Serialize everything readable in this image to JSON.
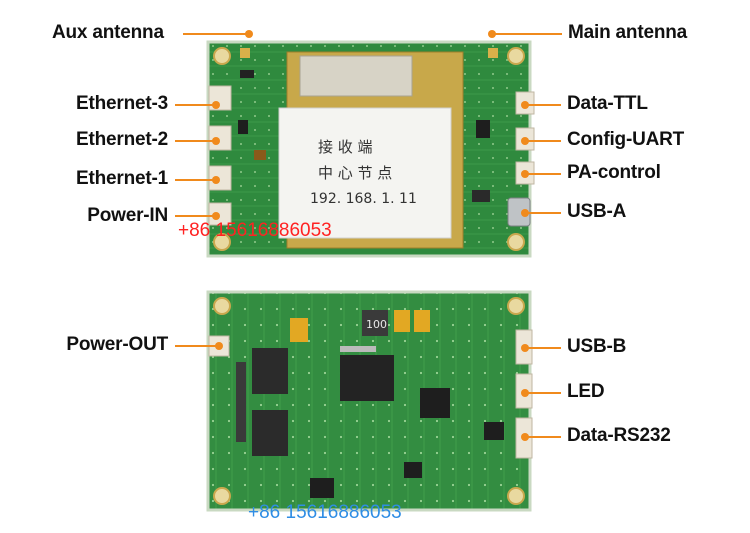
{
  "labels": {
    "aux_antenna": "Aux antenna",
    "main_antenna": "Main antenna",
    "ethernet_3": "Ethernet-3",
    "ethernet_2": "Ethernet-2",
    "ethernet_1": "Ethernet-1",
    "power_in": "Power-IN",
    "data_ttl": "Data-TTL",
    "config_uart": "Config-UART",
    "pa_control": "PA-control",
    "usb_a": "USB-A",
    "power_out": "Power-OUT",
    "usb_b": "USB-B",
    "led": "LED",
    "data_rs232": "Data-RS232"
  },
  "sticker": {
    "line1": "接 收 端",
    "line2": "中 心 节 点",
    "line3": "192. 168. 1. 11"
  },
  "inductor_marking": "100",
  "watermarks": {
    "top": "+86  15616886053",
    "bottom": "+86  15616886053"
  },
  "colors": {
    "accent": "#f08a1c",
    "pcb_green": "#2f8a3e",
    "watermark_red": "#ff2222",
    "watermark_blue": "#2f8de4"
  }
}
